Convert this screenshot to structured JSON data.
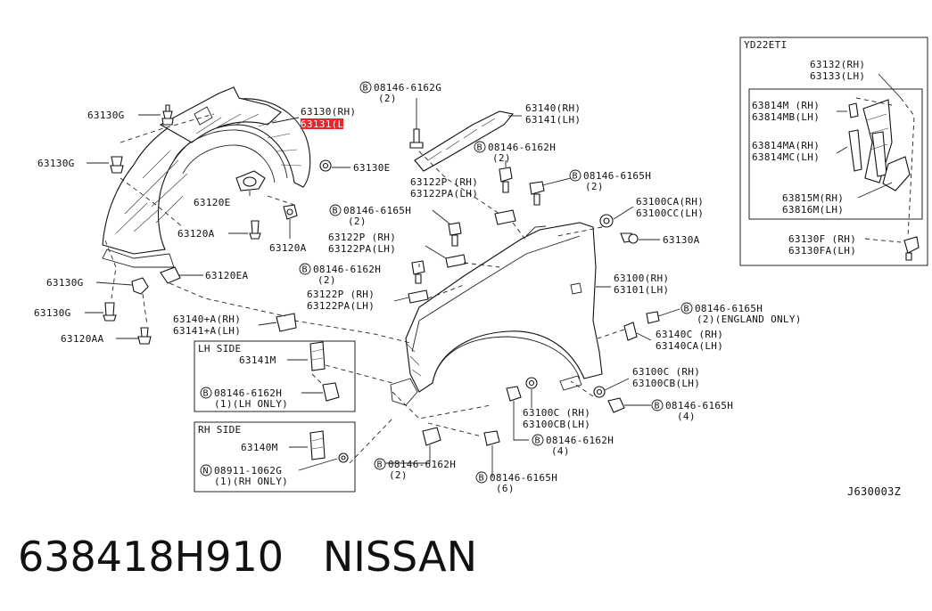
{
  "caption": {
    "part_number": "638418H910",
    "brand": "NISSAN"
  },
  "diagram_code": "J630003Z",
  "inset_engine": {
    "title": "YD22ETI",
    "labels": [
      "63132(RH)",
      "63133(LH)",
      "63814M (RH)",
      "63814MB(LH)",
      "63814MA(RH)",
      "63814MC(LH)",
      "63815M(RH)",
      "63816M(LH)",
      "63130F (RH)",
      "63130FA(LH)"
    ]
  },
  "inset_lh": {
    "title": "LH SIDE",
    "labels": [
      "63141M",
      "08146-6162H",
      "(1)(LH ONLY)"
    ]
  },
  "inset_rh": {
    "title": "RH SIDE",
    "labels": [
      "63140M",
      "08911-1062G",
      "(1)(RH ONLY)"
    ]
  },
  "callouts": {
    "c1": "63130G",
    "c2": "63130G",
    "c3": "63130(RH)",
    "c4": "63131(LH)",
    "c5": "63130E",
    "c6": "63120E",
    "c7": "63120A",
    "c8": "63120A",
    "c9": "63130G",
    "c10": "63120EA",
    "c11": "63130G",
    "c12": "63120AA",
    "c13": "08146-6162G",
    "c14": "(2)",
    "c15": "63140(RH)",
    "c16": "63141(LH)",
    "c17": "08146-6162H",
    "c18": "(2)",
    "c19": "63122P (RH)",
    "c20": "63122PA(LH)",
    "c21": "08146-6165H",
    "c22": "(2)",
    "c23": "08146-6165H",
    "c24": "(2)",
    "c25": "63122P (RH)",
    "c26": "63122PA(LH)",
    "c27": "08146-6162H",
    "c28": "(2)",
    "c29": "63122P (RH)",
    "c30": "63122PA(LH)",
    "c31": "63140+A(RH)",
    "c32": "63141+A(LH)",
    "c33": "63100CA(RH)",
    "c34": "63100CC(LH)",
    "c35": "63130A",
    "c36": "63100(RH)",
    "c37": "63101(LH)",
    "c38": "08146-6165H",
    "c39": "(2)(ENGLAND ONLY)",
    "c40": "63140C (RH)",
    "c41": "63140CA(LH)",
    "c42": "63100C (RH)",
    "c43": "63100CB(LH)",
    "c44": "08146-6165H",
    "c45": "(4)",
    "c46": "63100C (RH)",
    "c47": "63100CB(LH)",
    "c48": "08146-6162H",
    "c49": "(4)",
    "c50": "08146-6162H",
    "c51": "(2)",
    "c52": "08146-6165H",
    "c53": "(6)"
  }
}
